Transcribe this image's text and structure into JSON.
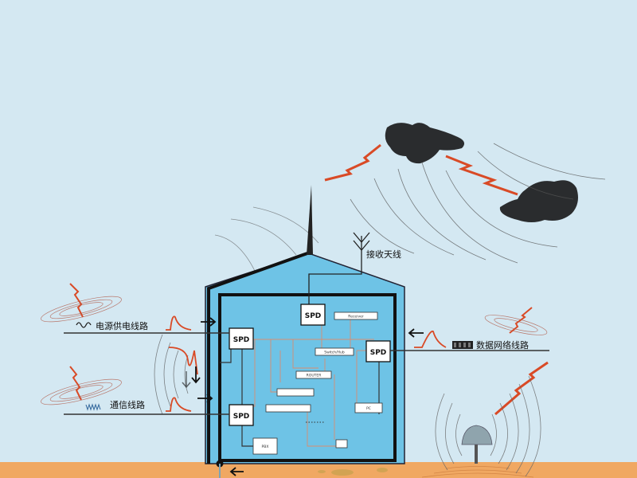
{
  "labels": {
    "power_line": "电源供电线路",
    "comm_line": "通信线路",
    "data_line": "数据网络线路",
    "antenna": "接收天线"
  },
  "spd": {
    "top": "SPD",
    "left_upper": "SPD",
    "left_lower": "SPD",
    "right": "SPD"
  },
  "equipment": {
    "receiver": "Receiver",
    "switch": "Switch/Hub",
    "router": "ROUTER",
    "pc": "PC",
    "pbx": "PBX"
  },
  "colors": {
    "sky": "#d4e8f2",
    "ground": "#f0a862",
    "building": "#6ec3e6",
    "lightning": "#d94a26",
    "cloud": "#2a2c2e"
  }
}
